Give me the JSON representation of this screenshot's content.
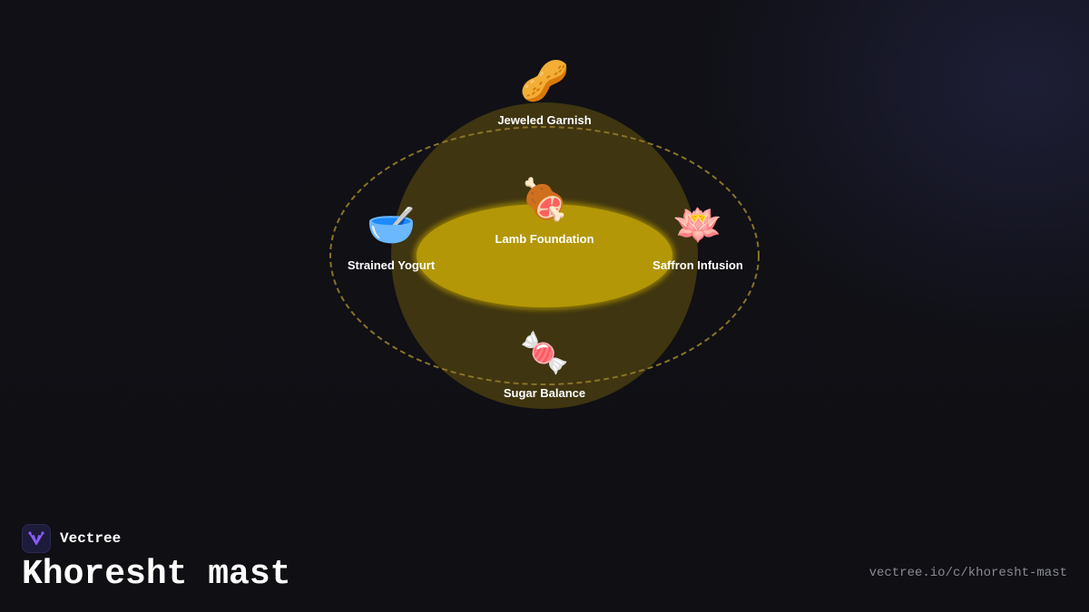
{
  "diagram": {
    "center": {
      "label": "Lamb Foundation",
      "icon": "meat-on-bone-icon",
      "glyph": "🍖"
    },
    "nodes": [
      {
        "id": "garnish",
        "label": "Jeweled Garnish",
        "icon": "peanut-icon",
        "glyph": "🥜"
      },
      {
        "id": "saffron",
        "label": "Saffron Infusion",
        "icon": "lotus-icon",
        "glyph": "🪷"
      },
      {
        "id": "sugar",
        "label": "Sugar Balance",
        "icon": "candy-icon",
        "glyph": "🍬"
      },
      {
        "id": "yogurt",
        "label": "Strained Yogurt",
        "icon": "bowl-with-spoon-icon",
        "glyph": "🥣"
      }
    ],
    "colors": {
      "outer_circle": "#3f3510",
      "inner_ellipse": "#b39706",
      "orbit": "#8a7228"
    }
  },
  "brand": {
    "name": "Vectree",
    "logo_icon": "vectree-logo-icon",
    "logo_color": "#8b5cf6"
  },
  "title": "Khoresht mast",
  "url": "vectree.io/c/khoresht-mast"
}
